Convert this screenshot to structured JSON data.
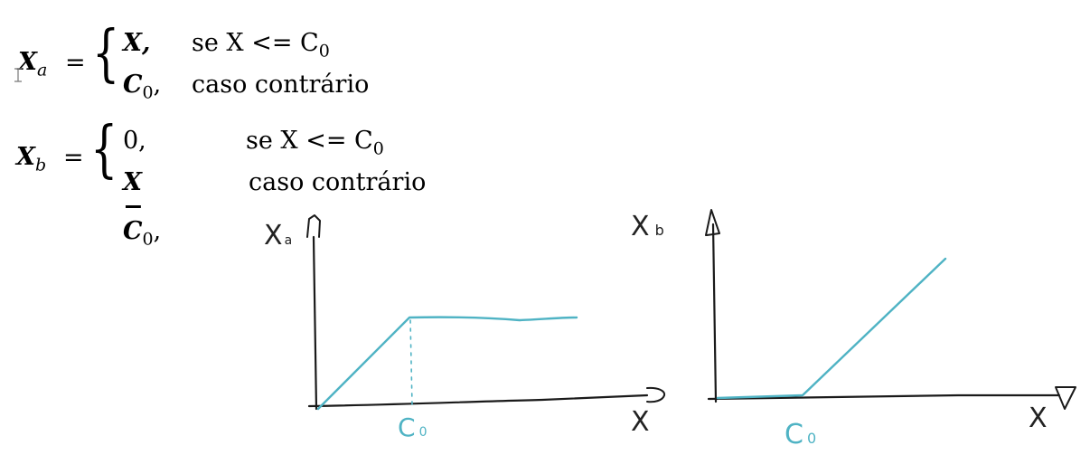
{
  "formula_a": {
    "lhs_var": "X",
    "lhs_sub": "a",
    "equals": "=",
    "case1_value": "X,",
    "case1_condition": "se X <= C",
    "case1_condition_sub": "0",
    "case2_value": "C",
    "case2_value_sub": "0",
    "case2_value_comma": ",",
    "case2_condition": "caso contrário"
  },
  "formula_b": {
    "lhs_var": "X",
    "lhs_sub": "b",
    "equals": "=",
    "case1_value": "0,",
    "case1_condition": "se X <= C",
    "case1_condition_sub": "0",
    "case2_value": "X − C",
    "case2_value_sub": "0",
    "case2_value_comma": ",",
    "case2_condition": "caso contrário"
  },
  "graph_a": {
    "y_label": "X",
    "y_label_sub": "a",
    "x_label": "X",
    "x_tick_label": "C",
    "x_tick_sub": "0"
  },
  "graph_b": {
    "y_label": "X",
    "y_label_sub": "b",
    "x_label": "X",
    "x_tick_label": "C",
    "x_tick_sub": "0"
  },
  "colors": {
    "curve": "#4fb3c4",
    "axis": "#1a1a1a"
  }
}
